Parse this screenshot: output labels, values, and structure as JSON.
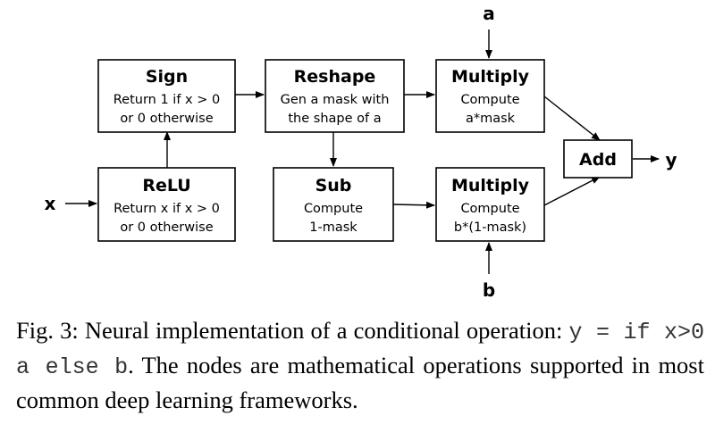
{
  "diagram": {
    "nodes": {
      "sign": {
        "title": "Sign",
        "line1": "Return 1 if x > 0",
        "line2": "or 0 otherwise"
      },
      "reshape": {
        "title": "Reshape",
        "line1": "Gen a mask with",
        "line2": "the shape of a"
      },
      "multiply1": {
        "title": "Multiply",
        "line1": "Compute",
        "line2": "a*mask"
      },
      "relu": {
        "title": "ReLU",
        "line1": "Return x if x > 0",
        "line2": "or 0 otherwise"
      },
      "sub": {
        "title": "Sub",
        "line1": "Compute",
        "line2": "1-mask"
      },
      "multiply2": {
        "title": "Multiply",
        "line1": "Compute",
        "line2": "b*(1-mask)"
      },
      "add": {
        "title": "Add"
      }
    },
    "inputs": {
      "x": "x",
      "a": "a",
      "b": "b"
    },
    "outputs": {
      "y": "y"
    }
  },
  "caption": {
    "prefix": "Fig. 3: Neural implementation of a conditional operation: ",
    "code": "y = if x>0 a else b",
    "suffix": ". The nodes are mathematical operations supported in most common deep learning frameworks."
  }
}
